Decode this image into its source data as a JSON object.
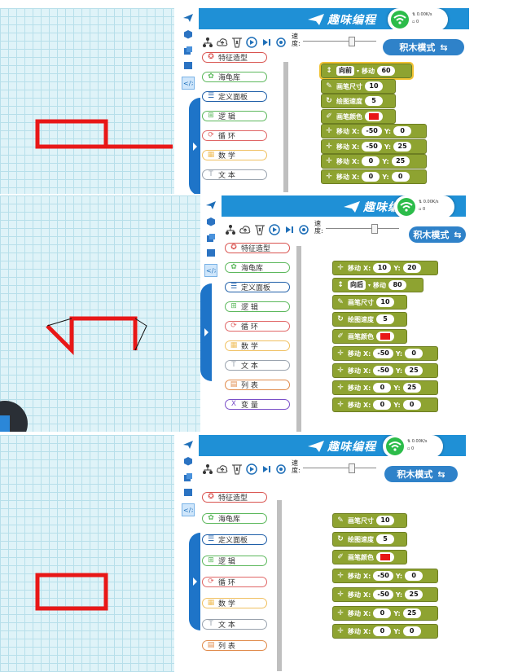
{
  "app_title": "趣味编程",
  "network": {
    "speed": "0.00K/s",
    "count": "0"
  },
  "toolbar": {
    "speed_label": "速\n度:",
    "mode_button": "积木模式"
  },
  "categories": [
    {
      "label": "特征造型",
      "icon": "feature-icon",
      "color": "#d9534f"
    },
    {
      "label": "海龟库",
      "icon": "turtle-icon",
      "color": "#5cb85c"
    },
    {
      "label": "定义面板",
      "icon": "panel-icon",
      "color": "#1f5fa8"
    },
    {
      "label": "逻 辑",
      "icon": "logic-icon",
      "color": "#5cb85c"
    },
    {
      "label": "循 环",
      "icon": "loop-icon",
      "color": "#e06666"
    },
    {
      "label": "数 学",
      "icon": "math-icon",
      "color": "#f0c060"
    },
    {
      "label": "文 本",
      "icon": "text-icon",
      "color": "#9aa3ae"
    },
    {
      "label": "列 表",
      "icon": "list-icon",
      "color": "#e08a4a"
    },
    {
      "label": "变 量",
      "icon": "variable-icon",
      "color": "#7a4fc8"
    }
  ],
  "panels": [
    {
      "blocks": [
        {
          "type": "forward",
          "dir": "向前",
          "label": "移动",
          "value": "60"
        },
        {
          "type": "pensize",
          "label": "画笔尺寸",
          "value": "10"
        },
        {
          "type": "speed",
          "label": "绘图速度",
          "value": "5"
        },
        {
          "type": "color",
          "label": "画笔颜色"
        },
        {
          "type": "move",
          "label": "移动",
          "x": "-50",
          "y": "0"
        },
        {
          "type": "move",
          "label": "移动",
          "x": "-50",
          "y": "25"
        },
        {
          "type": "move",
          "label": "移动",
          "x": "0",
          "y": "25"
        },
        {
          "type": "move",
          "label": "移动",
          "x": "0",
          "y": "0"
        }
      ]
    },
    {
      "blocks": [
        {
          "type": "move",
          "label": "移动",
          "x": "10",
          "y": "20"
        },
        {
          "type": "forward",
          "dir": "向后",
          "label": "移动",
          "value": "80"
        },
        {
          "type": "pensize",
          "label": "画笔尺寸",
          "value": "10"
        },
        {
          "type": "speed",
          "label": "绘图速度",
          "value": "5"
        },
        {
          "type": "color",
          "label": "画笔颜色"
        },
        {
          "type": "move",
          "label": "移动",
          "x": "-50",
          "y": "0"
        },
        {
          "type": "move",
          "label": "移动",
          "x": "-50",
          "y": "25"
        },
        {
          "type": "move",
          "label": "移动",
          "x": "0",
          "y": "25"
        },
        {
          "type": "move",
          "label": "移动",
          "x": "0",
          "y": "0"
        }
      ]
    },
    {
      "blocks": [
        {
          "type": "pensize",
          "label": "画笔尺寸",
          "value": "10"
        },
        {
          "type": "speed",
          "label": "绘图速度",
          "value": "5"
        },
        {
          "type": "color",
          "label": "画笔颜色"
        },
        {
          "type": "move",
          "label": "移动",
          "x": "-50",
          "y": "0"
        },
        {
          "type": "move",
          "label": "移动",
          "x": "-50",
          "y": "25"
        },
        {
          "type": "move",
          "label": "移动",
          "x": "0",
          "y": "25"
        },
        {
          "type": "move",
          "label": "移动",
          "x": "0",
          "y": "0"
        }
      ]
    }
  ],
  "colors": {
    "accent": "#1f90d6",
    "block": "#8ea331",
    "pen": "#e81717",
    "grid": "#dff3f8"
  }
}
